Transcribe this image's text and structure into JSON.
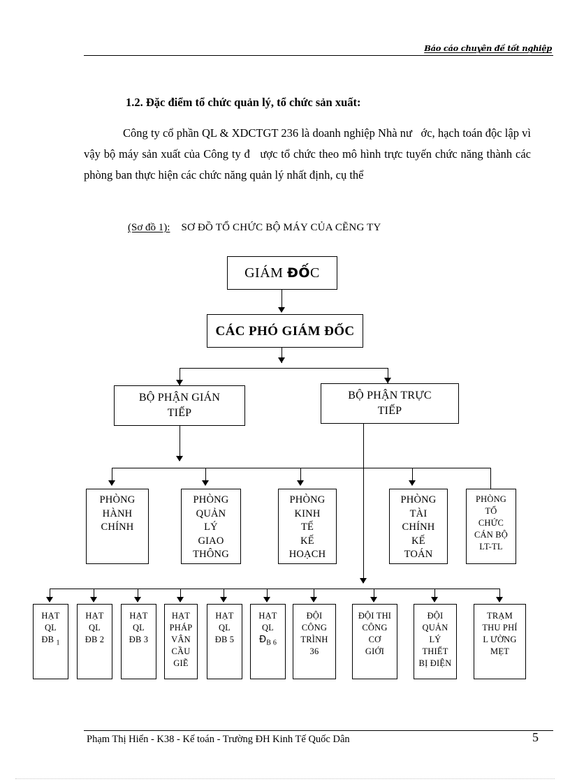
{
  "header": {
    "running_title": "Báo cáo chuyên đề tốt nghiệp"
  },
  "body": {
    "heading": "1.2. Đặc điểm tổ chức quản lý, tổ chức sản xuất:",
    "paragraph": "Công ty cổ phần QL & XDCTGT 236 là doanh nghiệp Nhà nư   ớc, hạch toán độc lập vì vậy bộ máy sản xuất của Công ty đ   ược tổ chức theo mô hình trực tuyến chức năng thành các phòng ban thực hiện các chức năng quản lý nhất định, cụ thể",
    "caption_label": "(Sơ đồ 1):",
    "caption_title": "SƠ ĐỒ TỔ CHỨC BỘ MÁY CỦA CẼNG TY"
  },
  "chart_data": {
    "type": "diagram",
    "title": "SƠ ĐỒ TỔ CHỨC BỘ MÁY CỦA CẼNG TY",
    "orientation": "top-down",
    "levels": [
      {
        "level": 1,
        "nodes": [
          {
            "id": "director",
            "lines": [
              "GIÁM ",
              "ĐỐ",
              "C"
            ]
          }
        ]
      },
      {
        "level": 2,
        "nodes": [
          {
            "id": "deputy",
            "lines": [
              "CÁC PHÓ GIÁM ĐỐC"
            ]
          }
        ]
      },
      {
        "level": 3,
        "nodes": [
          {
            "id": "indirect",
            "lines": [
              "BỘ PHẬN GIÁN",
              "TIẾP"
            ]
          },
          {
            "id": "direct",
            "lines": [
              "BỘ PHẬN TRỰC",
              "TIẾP"
            ]
          }
        ]
      },
      {
        "level": 4,
        "nodes": [
          {
            "id": "dept-admin",
            "lines": [
              "PHÒNG",
              "HÀNH",
              "CHÍNH"
            ]
          },
          {
            "id": "dept-traffic",
            "lines": [
              "PHÒNG",
              "QUẢN",
              "LÝ",
              "GIAO",
              "THÔNG"
            ]
          },
          {
            "id": "dept-planning",
            "lines": [
              "PHÒNG",
              "KINH",
              "TẾ",
              "KẾ",
              "HOẠCH"
            ]
          },
          {
            "id": "dept-finance",
            "lines": [
              "PHÒNG",
              "TÀI",
              "CHÍNH",
              "KẾ",
              "TOÁN"
            ]
          },
          {
            "id": "dept-personnel",
            "lines": [
              "PHÒNG",
              "TỔ",
              "CHỨC",
              "CÁN BỘ",
              "LT-TL"
            ]
          }
        ]
      },
      {
        "level": 5,
        "nodes": [
          {
            "id": "unit-db1",
            "lines": [
              "HẠT",
              "QL",
              "ĐB",
              "1"
            ]
          },
          {
            "id": "unit-db2",
            "lines": [
              "HẠT",
              "QL",
              "ĐB 2"
            ]
          },
          {
            "id": "unit-db3",
            "lines": [
              "HẠT",
              "QL",
              "ĐB 3"
            ]
          },
          {
            "id": "unit-phapvan",
            "lines": [
              "HẠT",
              "PHÁP",
              "VÂN",
              "CẦU",
              "GIẼ"
            ]
          },
          {
            "id": "unit-db5",
            "lines": [
              "HẠT",
              "QL",
              "ĐB 5"
            ]
          },
          {
            "id": "unit-db6",
            "lines": [
              "HẠT",
              "QL",
              "Đ",
              "B 6"
            ]
          },
          {
            "id": "unit-ct36",
            "lines": [
              "ĐỘI",
              "CÔNG",
              "TRÌNH",
              "36"
            ]
          },
          {
            "id": "unit-thicong",
            "lines": [
              "ĐỘI THI",
              "CÔNG",
              "CƠ",
              "GIỚI"
            ]
          },
          {
            "id": "unit-thietbi",
            "lines": [
              "ĐỘI",
              "QUẢN",
              "LÝ",
              "THIẾT",
              "BỊ ĐIỆN"
            ]
          },
          {
            "id": "unit-thuphi",
            "lines": [
              "TRẠM",
              "THU PHÍ",
              "L  ƯỜNG",
              "MẸT"
            ]
          }
        ]
      }
    ],
    "edges": [
      {
        "from": "director",
        "to": "deputy"
      },
      {
        "from": "deputy",
        "to": "indirect"
      },
      {
        "from": "deputy",
        "to": "direct"
      },
      {
        "from": "indirect",
        "to": "dept-admin"
      },
      {
        "from": "indirect",
        "to": "dept-traffic"
      },
      {
        "from": "indirect",
        "to": "dept-planning"
      },
      {
        "from": "indirect",
        "to": "dept-finance"
      },
      {
        "from": "indirect",
        "to": "dept-personnel"
      },
      {
        "from": "direct",
        "to": "unit-db1"
      },
      {
        "from": "direct",
        "to": "unit-db2"
      },
      {
        "from": "direct",
        "to": "unit-db3"
      },
      {
        "from": "direct",
        "to": "unit-phapvan"
      },
      {
        "from": "direct",
        "to": "unit-db5"
      },
      {
        "from": "direct",
        "to": "unit-db6"
      },
      {
        "from": "direct",
        "to": "unit-ct36"
      },
      {
        "from": "direct",
        "to": "unit-thicong"
      },
      {
        "from": "direct",
        "to": "unit-thietbi"
      },
      {
        "from": "direct",
        "to": "unit-thuphi"
      }
    ]
  },
  "nodes": {
    "director": {
      "l1": "GIÁM ",
      "l2": "ĐỐ",
      "l3": "C"
    },
    "deputy": {
      "l1": "CÁC PHÓ GIÁM ĐỐC"
    },
    "indirect": {
      "l1": "BỘ PHẬN GIÁN",
      "l2": "TIẾP"
    },
    "direct": {
      "l1": "BỘ PHẬN TRỰC",
      "l2": "TIẾP"
    },
    "dept_admin": {
      "l1": "PHÒNG",
      "l2": "HÀNH",
      "l3": "CHÍNH"
    },
    "dept_traffic": {
      "l1": "PHÒNG",
      "l2": "QUẢN",
      "l3": "LÝ",
      "l4": "GIAO",
      "l5": "THÔNG"
    },
    "dept_planning": {
      "l1": "PHÒNG",
      "l2": "KINH",
      "l3": "TẾ",
      "l4": "KẾ",
      "l5": "HOẠCH"
    },
    "dept_finance": {
      "l1": "PHÒNG",
      "l2": "TÀI",
      "l3": "CHÍNH",
      "l4": "KẾ",
      "l5": "TOÁN"
    },
    "dept_personnel": {
      "l1": "PHÒNG",
      "l2": "TỔ",
      "l3": "CHỨC",
      "l4": "CÁN BỘ",
      "l5": "LT-TL"
    },
    "unit_db1": {
      "l1": "HẠT",
      "l2": "QL",
      "l3": "ĐB",
      "l4": "1"
    },
    "unit_db2": {
      "l1": "HẠT",
      "l2": "QL",
      "l3": "ĐB 2"
    },
    "unit_db3": {
      "l1": "HẠT",
      "l2": "QL",
      "l3": "ĐB 3"
    },
    "unit_phapvan": {
      "l1": "HẠT",
      "l2": "PHÁP",
      "l3": "VÂN",
      "l4": "CẦU",
      "l5": "GIẼ"
    },
    "unit_db5": {
      "l1": "HẠT",
      "l2": "QL",
      "l3": "ĐB 5"
    },
    "unit_db6": {
      "l1": "HẠT",
      "l2": "QL",
      "l3": "Đ",
      "l4": "B 6"
    },
    "unit_ct36": {
      "l1": "ĐỘI",
      "l2": "CÔNG",
      "l3": "TRÌNH",
      "l4": "36"
    },
    "unit_thicong": {
      "l1": "ĐỘI THI",
      "l2": "CÔNG",
      "l3": "CƠ",
      "l4": "GIỚI"
    },
    "unit_thietbi": {
      "l1": "ĐỘI",
      "l2": "QUẢN",
      "l3": "LÝ",
      "l4": "THIẾT",
      "l5": "BỊ ĐIỆN"
    },
    "unit_thuphi": {
      "l1": "TRẠM",
      "l2": "THU PHÍ",
      "l3": "L  ƯỜNG",
      "l4": "MẸT"
    }
  },
  "footer": {
    "text": "Phạm Thị Hiển - K38 - Kế toán - Trường ĐH Kinh Tế Quốc Dân",
    "page_number": "5"
  }
}
